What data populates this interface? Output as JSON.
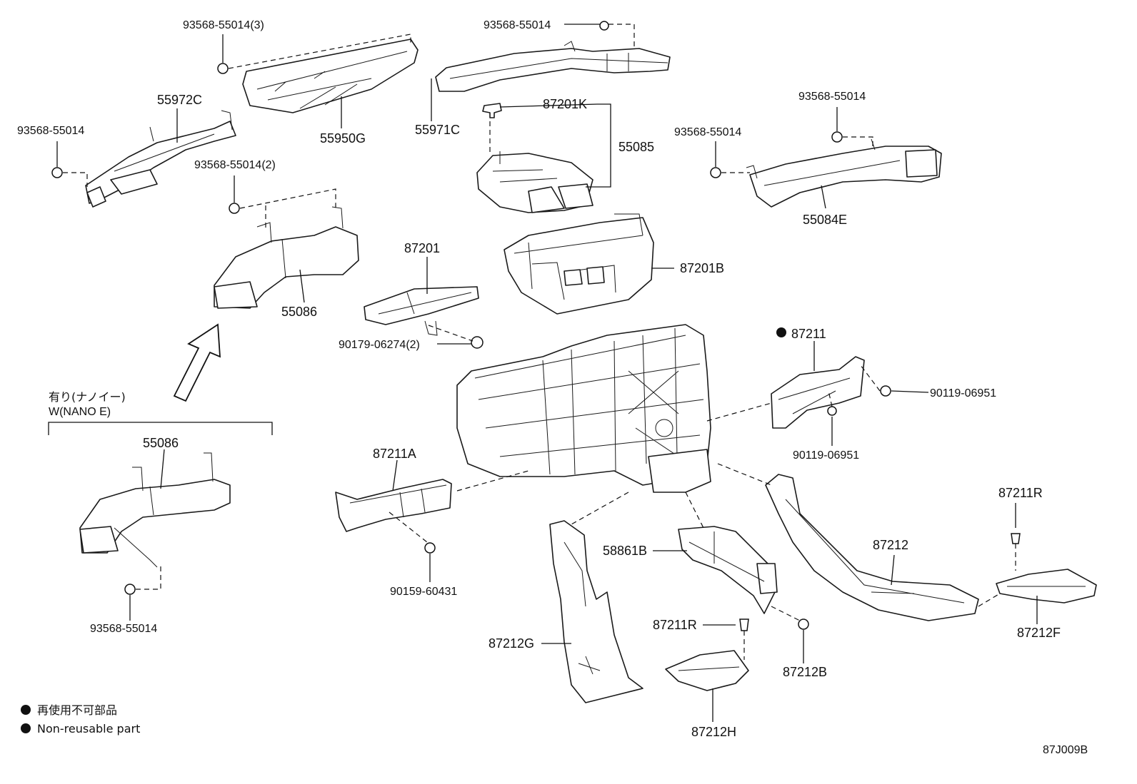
{
  "labels": {
    "p93568_55014_3": "93568-55014(3)",
    "p93568_55014_top": "93568-55014",
    "p55972C": "55972C",
    "p93568_55014_left": "93568-55014",
    "p55950G": "55950G",
    "p55971C": "55971C",
    "p87201K": "87201K",
    "p55085": "55085",
    "p93568_55014_r1": "93568-55014",
    "p93568_55014_r2": "93568-55014",
    "p55084E": "55084E",
    "p93568_55014_2": "93568-55014(2)",
    "p55086_upper": "55086",
    "p87201": "87201",
    "p87201B": "87201B",
    "p90179_06274_2": "90179-06274(2)",
    "p87211": "87211",
    "p90119_06951_a": "90119-06951",
    "p90119_06951_b": "90119-06951",
    "p87211A": "87211A",
    "p90159_60431": "90159-60431",
    "p55086_lower": "55086",
    "p93568_55014_bottom": "93568-55014",
    "p58861B": "58861B",
    "p87212": "87212",
    "p87211R_right": "87211R",
    "p87212F": "87212F",
    "p87211R_mid": "87211R",
    "p87212G": "87212G",
    "p87212B": "87212B",
    "p87212H": "87212H"
  },
  "variant": {
    "line_jp": "有り(ナノイー)",
    "line_en": "W(NANO E)"
  },
  "legend": {
    "jp": "再使用不可部品",
    "en": "Non-reusable part"
  },
  "diagram_code": "87J009B"
}
